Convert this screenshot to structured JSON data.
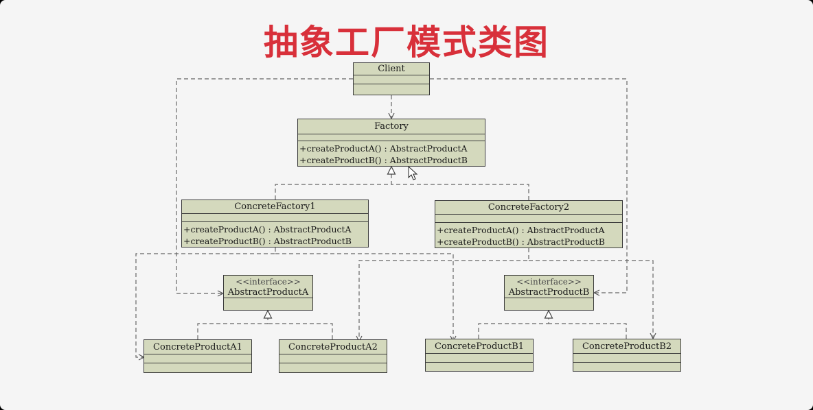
{
  "title": "抽象工厂模式类图",
  "colors": {
    "title": "#d8303a",
    "class_fill": "#d4d9bd",
    "line": "#555555",
    "background": "#f5f5f5"
  },
  "classes": {
    "client": {
      "name": "Client"
    },
    "factory": {
      "name": "Factory",
      "ops": [
        "+createProductA() : AbstractProductA",
        "+createProductB() : AbstractProductB"
      ]
    },
    "concrete_factory_1": {
      "name": "ConcreteFactory1",
      "ops": [
        "+createProductA() : AbstractProductA",
        "+createProductB() : AbstractProductB"
      ]
    },
    "concrete_factory_2": {
      "name": "ConcreteFactory2",
      "ops": [
        "+createProductA() : AbstractProductA",
        "+createProductB() : AbstractProductB"
      ]
    },
    "abstract_product_a": {
      "stereotype": "<<interface>>",
      "name": "AbstractProductA"
    },
    "abstract_product_b": {
      "stereotype": "<<interface>>",
      "name": "AbstractProductB"
    },
    "concrete_product_a1": {
      "name": "ConcreteProductA1"
    },
    "concrete_product_a2": {
      "name": "ConcreteProductA2"
    },
    "concrete_product_b1": {
      "name": "ConcreteProductB1"
    },
    "concrete_product_b2": {
      "name": "ConcreteProductB2"
    }
  },
  "icons": {
    "cursor": "mouse-pointer-icon"
  }
}
